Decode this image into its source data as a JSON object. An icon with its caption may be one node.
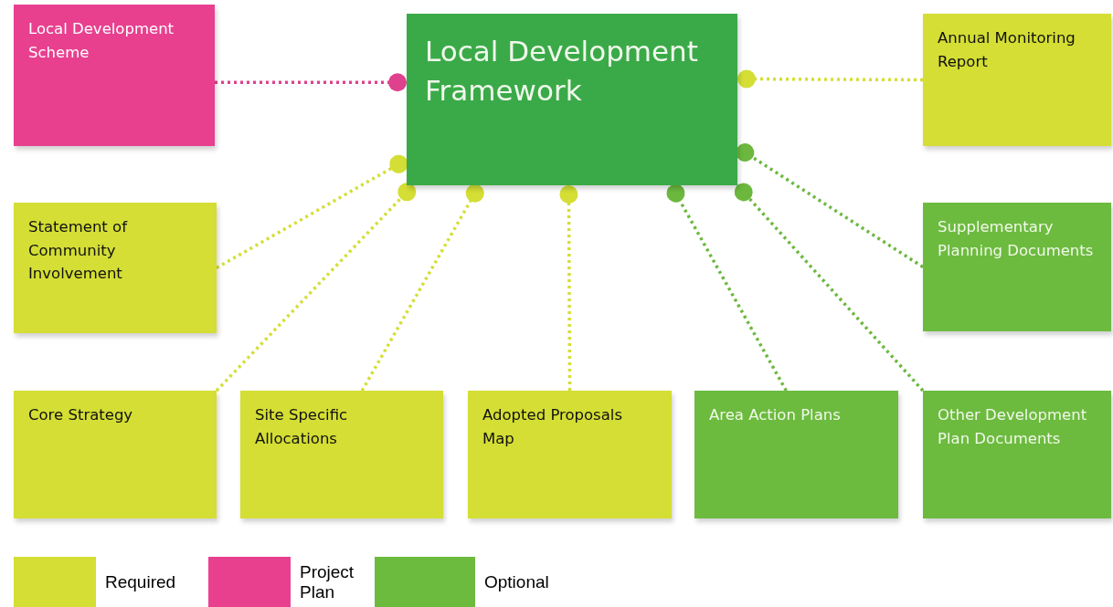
{
  "diagram": {
    "nodes": [
      {
        "text": [
          "Local Development Scheme"
        ]
      },
      {
        "text": [
          "Local Development Framework"
        ]
      },
      {
        "text": [
          "Annual Monitoring Report"
        ]
      },
      {
        "text": [
          "Statement of Community Involvement"
        ]
      },
      {
        "text": [
          "Supplementary Planning Documents"
        ]
      },
      {
        "text": [
          "Core Strategy"
        ]
      },
      {
        "text": [
          "Site Specific Allocations"
        ]
      },
      {
        "text": [
          "Adopted Proposals Map"
        ]
      },
      {
        "text": [
          "Area Action Plans"
        ]
      },
      {
        "text": [
          "Other Development Plan Documents"
        ]
      }
    ],
    "edges": [
      {
        "from": 0,
        "to": 1,
        "arrow": "other",
        "color": "#e0418e"
      },
      {
        "from": 3,
        "to": 1,
        "arrow": "other"
      },
      {
        "from": 5,
        "to": 1,
        "arrow": "other"
      },
      {
        "from": 6,
        "to": 1,
        "arrow": "other"
      },
      {
        "from": 7,
        "to": 1,
        "arrow": "other"
      },
      {
        "from": 8,
        "to": 1,
        "arrow": "other",
        "color": "#6cb83f"
      },
      {
        "from": 9,
        "to": 1,
        "arrow": "other",
        "color": "#6cb83f"
      },
      {
        "from": 2,
        "to": 1,
        "arrow": "other"
      },
      {
        "from": 4,
        "to": 1,
        "arrow": "other",
        "color": "#6cb83f"
      }
    ],
    "legend": [
      {
        "text": "Required",
        "color": "#d4de34"
      },
      {
        "text": "Project Plan",
        "color": "#e8408f"
      },
      {
        "text": "Optional",
        "color": "#6cbb3f"
      }
    ]
  }
}
